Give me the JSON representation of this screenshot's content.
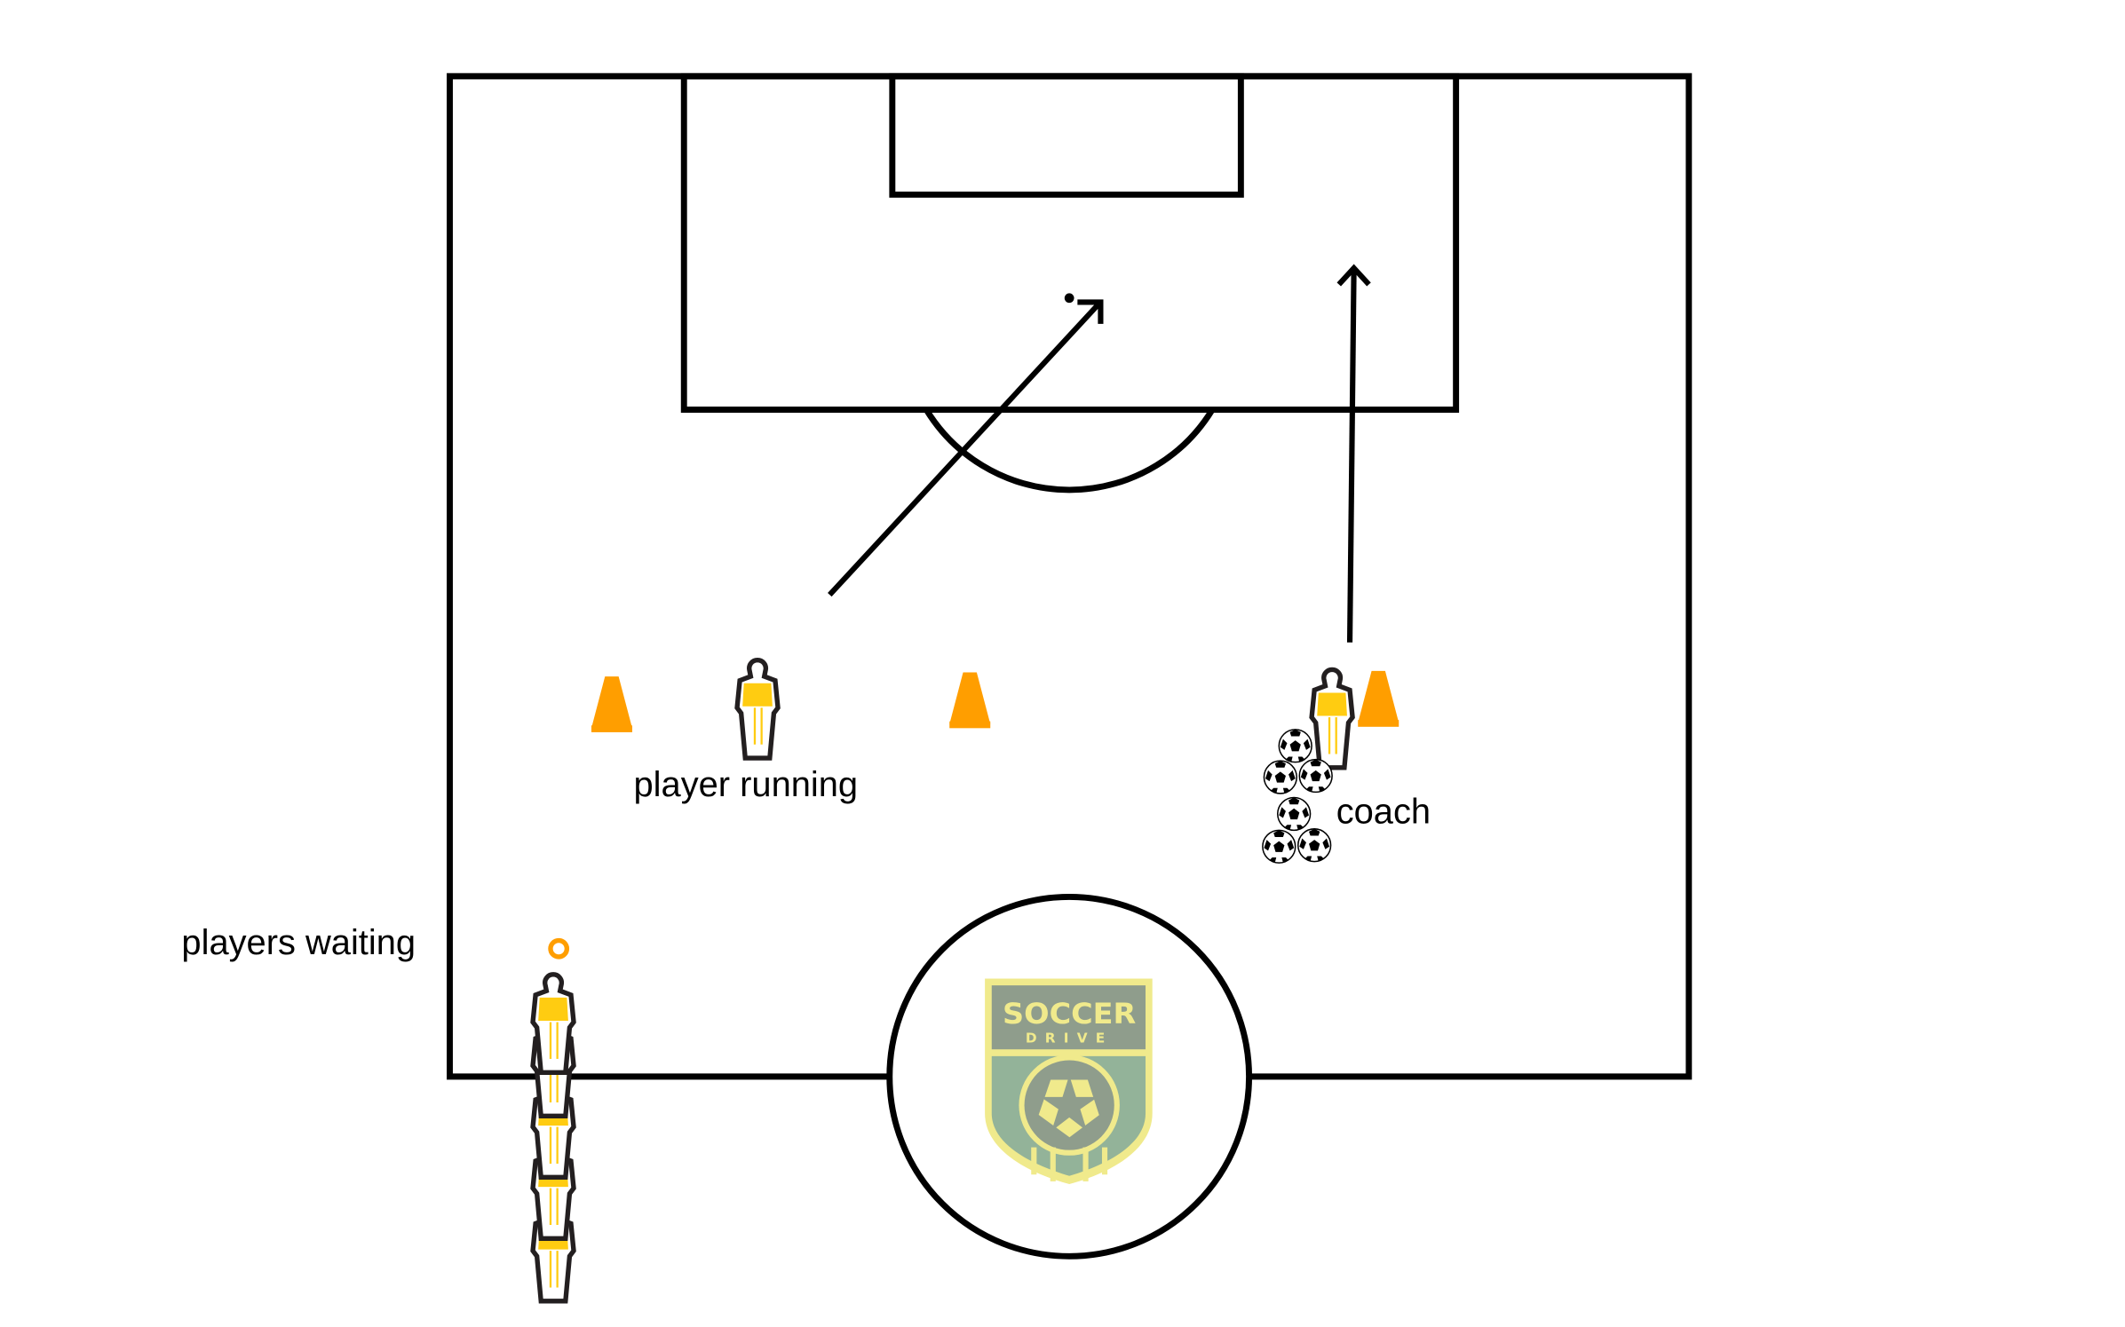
{
  "labels": {
    "player_running": "player running",
    "coach": "coach",
    "players_waiting": "players waiting"
  },
  "logo": {
    "line1": "SOCCER",
    "line2": "DRIVE"
  },
  "colors": {
    "lines": "#000000",
    "cone": "#FF9E00",
    "jersey": "#FFCC11",
    "logo_yellow": "#F0EA8C",
    "logo_grey": "#8F9D8C",
    "logo_green": "#93B399"
  }
}
